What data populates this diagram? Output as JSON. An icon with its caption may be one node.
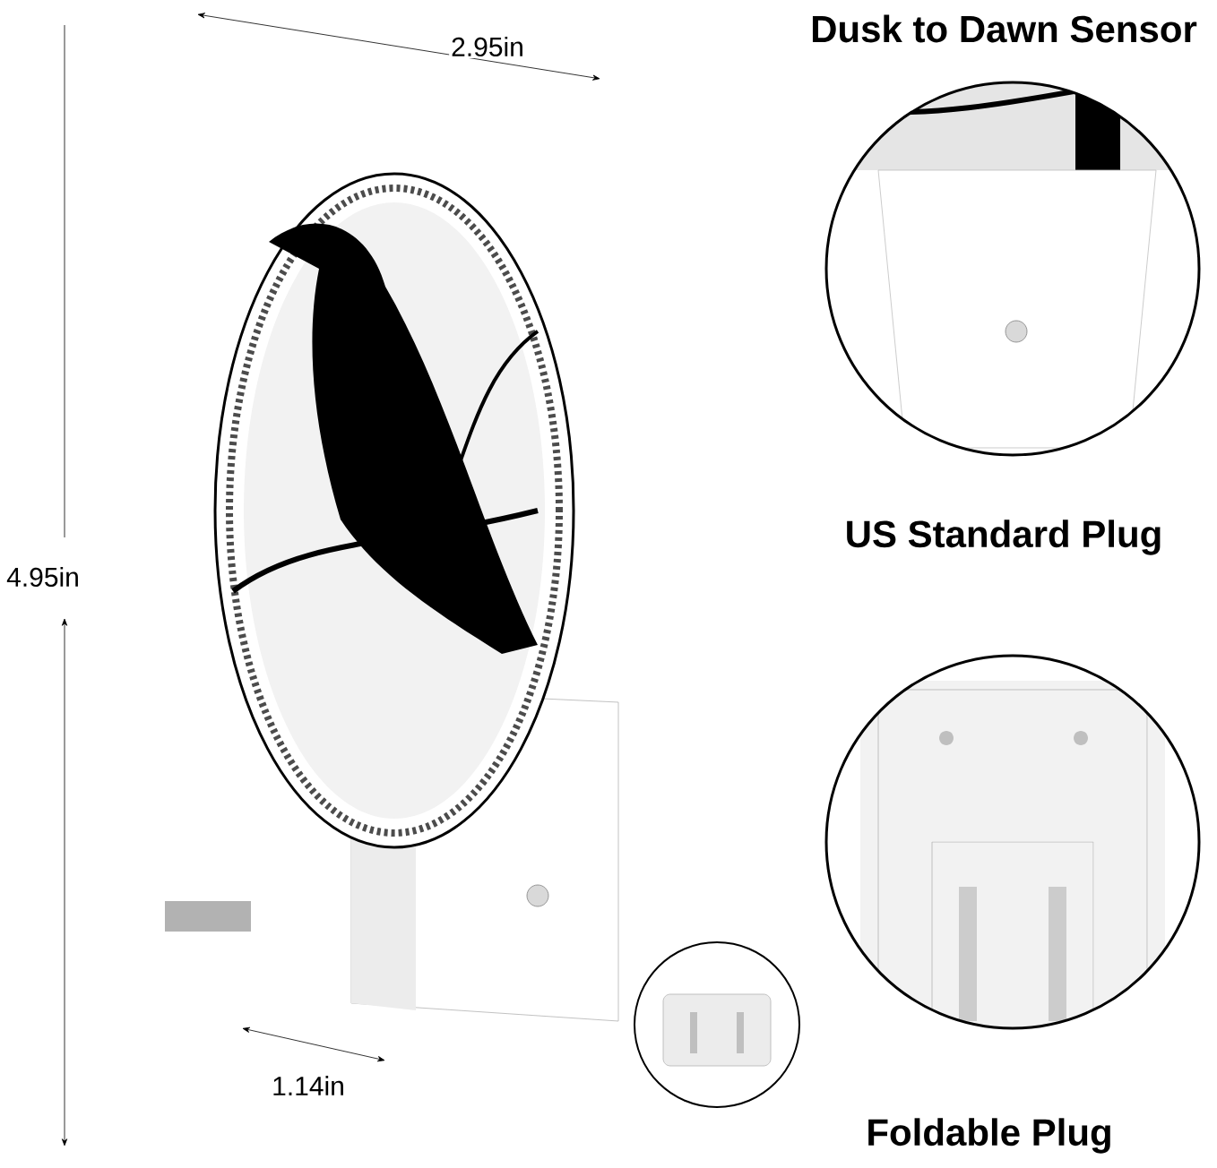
{
  "diagram": {
    "labels": [
      "2.95in",
      "Dusk to Dawn Sensor",
      "4.95in",
      "US Standard Plug",
      "1.14in",
      "Foldable Plug"
    ]
  }
}
